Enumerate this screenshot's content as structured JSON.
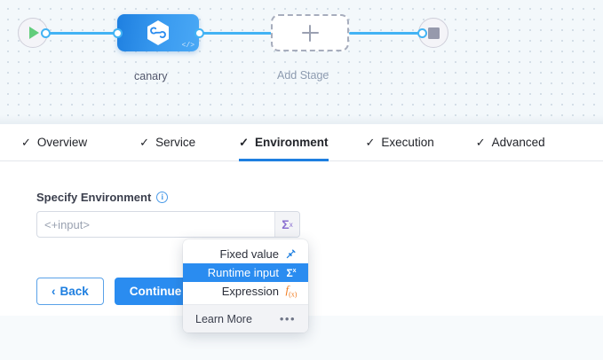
{
  "canvas": {
    "start_node": {
      "icon": "play-icon",
      "label": ""
    },
    "stage": {
      "label": "canary",
      "icon": "harness-hexagon-icon",
      "code_glyph": "</>"
    },
    "add_stage": {
      "label": "Add Stage",
      "icon": "plus-icon"
    },
    "end_node": {
      "icon": "stop-icon"
    },
    "edge_color": "#42b3f4",
    "background": "#f3f8fb"
  },
  "tabs": [
    {
      "label": "Overview",
      "tick": "✓",
      "active": false
    },
    {
      "label": "Service",
      "tick": "✓",
      "active": false
    },
    {
      "label": "Environment",
      "tick": "✓",
      "active": true
    },
    {
      "label": "Execution",
      "tick": "✓",
      "active": false
    },
    {
      "label": "Advanced",
      "tick": "✓",
      "active": false
    }
  ],
  "form": {
    "field_label": "Specify Environment",
    "info_icon": "i",
    "input": {
      "value": "",
      "placeholder": "<+input>",
      "sigma_label": "Σ",
      "sigma_sup": "x"
    }
  },
  "buttons": {
    "back_label": "Back",
    "back_chevron": "‹",
    "continue_label": "Continue"
  },
  "dropdown": {
    "items": [
      {
        "label": "Fixed value",
        "icon": "pin-icon",
        "glyph": "📌",
        "selected": false
      },
      {
        "label": "Runtime input",
        "icon": "sigma-icon",
        "glyph": "Σ",
        "selected": true
      },
      {
        "label": "Expression",
        "icon": "fx-icon",
        "glyph": "f",
        "selected": false
      }
    ],
    "footer_label": "Learn More",
    "footer_dots": "•••"
  },
  "colors": {
    "accent_blue": "#2a8cf0",
    "edge_blue": "#42b3f4",
    "purple": "#8a6fd0",
    "orange": "#f07a1e",
    "green": "#62cd7c"
  }
}
